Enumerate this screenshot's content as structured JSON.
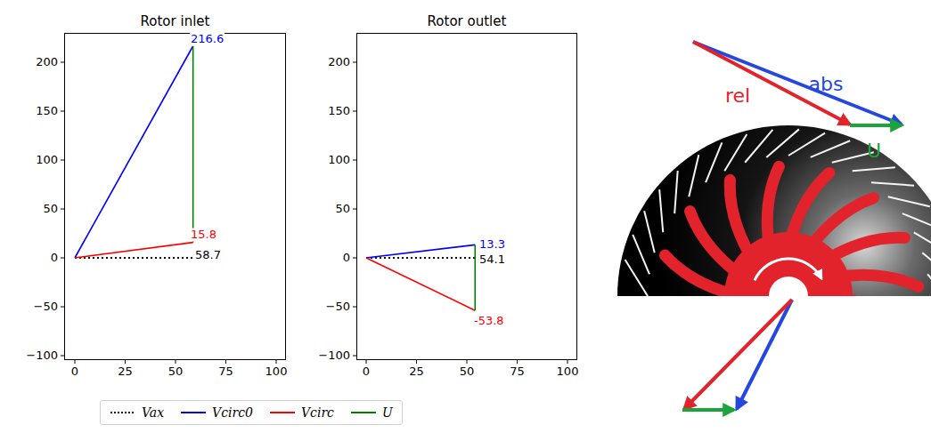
{
  "diagram": {
    "nodes": [
      {
        "text": [
          "Rotor inlet"
        ]
      },
      {
        "text": [
          "Rotor outlet"
        ]
      }
    ],
    "labels": [
      "200",
      "150",
      "100",
      "50",
      "0",
      "−50",
      "−100",
      "0",
      "25",
      "50",
      "75",
      "100",
      "200",
      "150",
      "100",
      "50",
      "0",
      "−50",
      "−100",
      "0",
      "25",
      "50",
      "75",
      "100",
      "216.6",
      "15.8",
      "58.7",
      "13.3",
      "54.1",
      "-53.8",
      "rel",
      "abs",
      "U"
    ],
    "legend": [
      {
        "text": "Vax"
      },
      {
        "text": "Vcirc0"
      },
      {
        "text": "Vcirc"
      },
      {
        "text": "U"
      }
    ]
  }
}
